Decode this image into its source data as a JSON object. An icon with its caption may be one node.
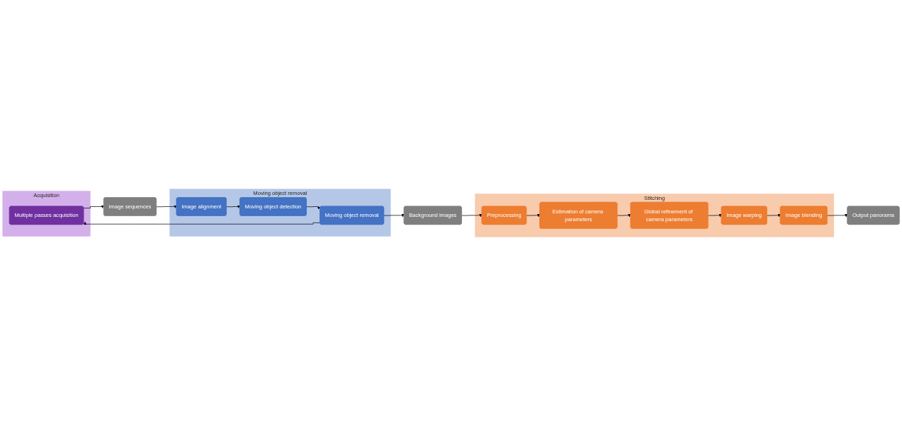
{
  "diagram": {
    "nodes": [
      {
        "text": [
          "Acquisition"
        ]
      },
      {
        "text": [
          "Multiple passes acquisition"
        ],
        "in": 0
      },
      {
        "text": [
          "Image sequences"
        ]
      },
      {
        "text": [
          "Moving object removal"
        ]
      },
      {
        "text": [
          "Image alignment"
        ],
        "in": 3
      },
      {
        "text": [
          "Moving object detection"
        ],
        "in": 3
      },
      {
        "text": [
          "Moving object removal"
        ],
        "in": 3
      },
      {
        "text": [
          "Background images"
        ]
      },
      {
        "text": [
          "Stitching"
        ]
      },
      {
        "text": [
          "Preprocessing"
        ],
        "in": 8
      },
      {
        "text": [
          "Estimation of camera parameters"
        ],
        "in": 8
      },
      {
        "text": [
          "Global refinement of camera parameters"
        ],
        "in": 8
      },
      {
        "text": [
          "Image warping"
        ],
        "in": 8
      },
      {
        "text": [
          "Image blending"
        ],
        "in": 8
      },
      {
        "text": [
          "Output panorama"
        ]
      }
    ],
    "edges": [
      {
        "from": 1,
        "to": 2,
        "arrow": "to"
      },
      {
        "from": 2,
        "to": 4,
        "arrow": "to"
      },
      {
        "from": 4,
        "to": 5,
        "arrow": "to"
      },
      {
        "from": 5,
        "to": 6,
        "arrow": "to"
      },
      {
        "from": 6,
        "to": 1,
        "arrow": "to"
      },
      {
        "from": 6,
        "to": 7,
        "arrow": "to"
      },
      {
        "from": 7,
        "to": 9,
        "arrow": "to"
      },
      {
        "from": 9,
        "to": 10,
        "arrow": "to"
      },
      {
        "from": 10,
        "to": 11,
        "arrow": "to"
      },
      {
        "from": 11,
        "to": 12,
        "arrow": "to"
      },
      {
        "from": 12,
        "to": 13,
        "arrow": "to"
      },
      {
        "from": 13,
        "to": 14,
        "arrow": "to"
      }
    ]
  }
}
